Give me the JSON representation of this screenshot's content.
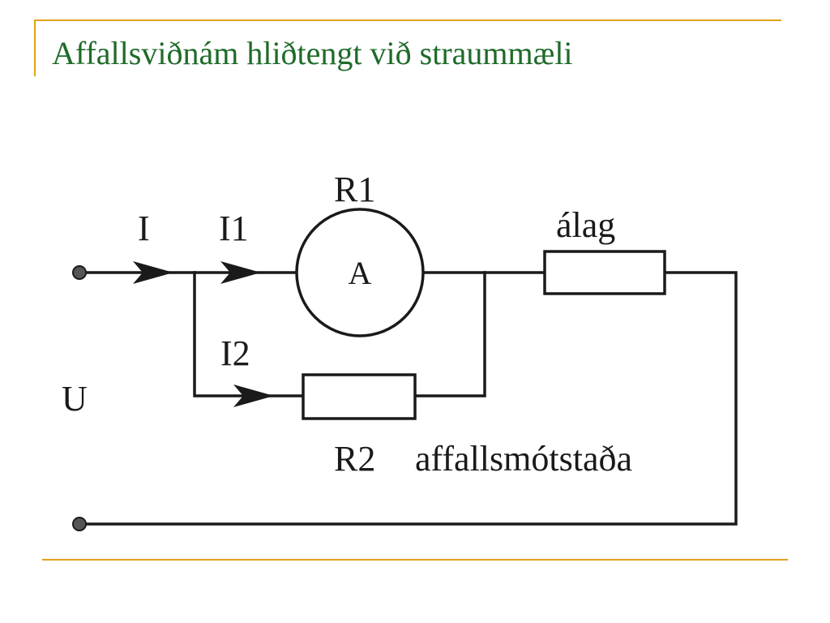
{
  "slide": {
    "title": "Affallsviðnám hliðtengt við straummæli"
  },
  "colors": {
    "title": "#1e6b2a",
    "accent": "#e0a21b",
    "ink": "#1a1a1a"
  },
  "diagram": {
    "labels": {
      "current_total": "I",
      "current_1": "I1",
      "current_2": "I2",
      "resistor_1": "R1",
      "ammeter_symbol": "A",
      "load": "álag",
      "resistor_2": "R2",
      "shunt_name": "affallsmótstaða",
      "voltage": "U"
    }
  }
}
